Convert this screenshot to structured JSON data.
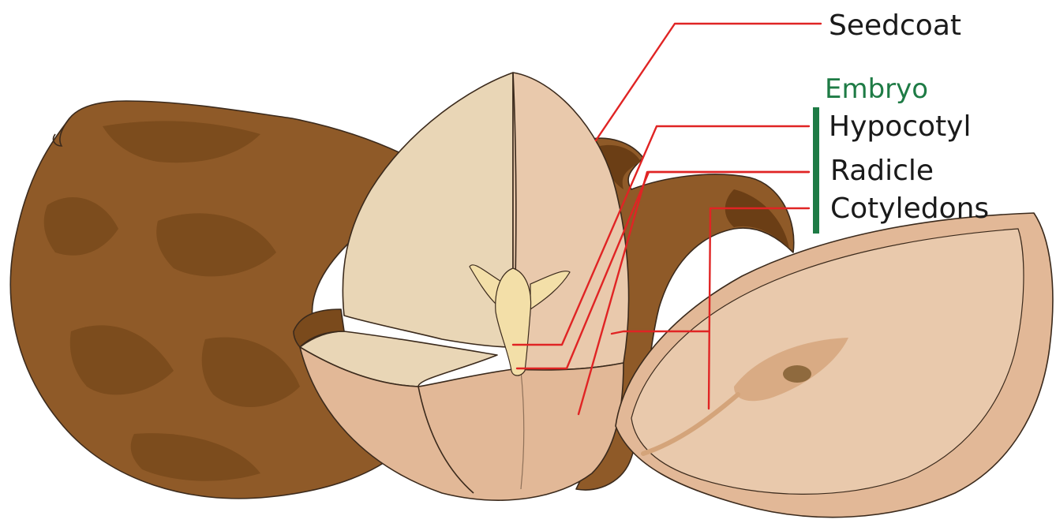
{
  "labels": {
    "seedcoat": "Seedcoat",
    "embryo_heading": "Embryo",
    "hypocotyl": "Hypocotyl",
    "radicle": "Radicle",
    "cotyledons": "Cotyledons"
  },
  "colors": {
    "leader_line": "#e02424",
    "embryo_heading": "#1e7b45",
    "embryo_bracket": "#1e7b45",
    "seedcoat_dark": "#7a4a1c",
    "seedcoat_mid": "#8f5a28",
    "seedcoat_shadow": "#6b3e15",
    "cotyledon_light": "#e9c9ac",
    "cotyledon_pale": "#e9d6b6",
    "embryo_axis": "#f3dfa8"
  }
}
